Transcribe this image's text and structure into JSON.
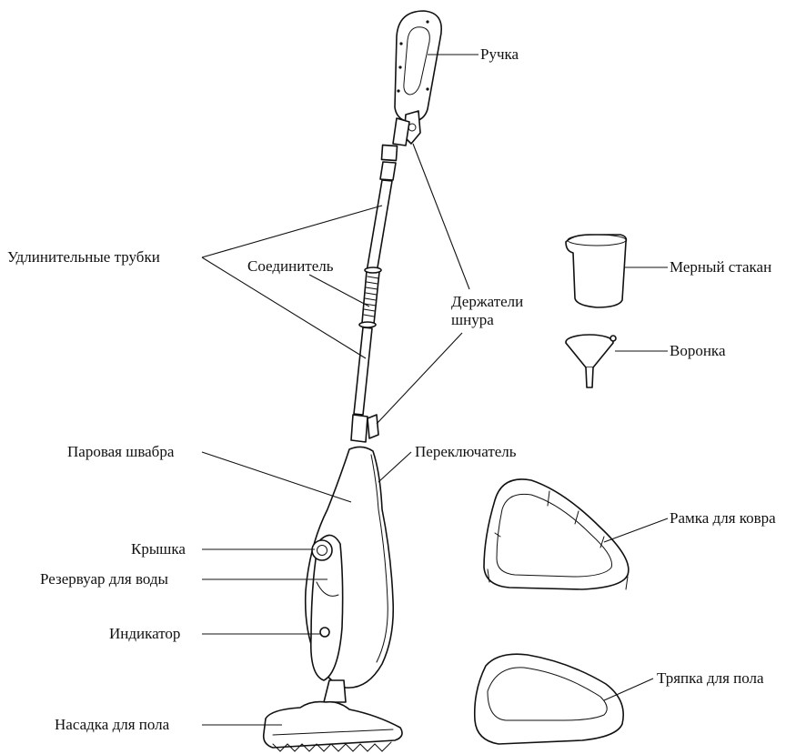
{
  "labels": {
    "handle": "Ручка",
    "extension_tubes": "Удлинительные трубки",
    "connector": "Соединитель",
    "cord_holders_line1": "Держатели",
    "cord_holders_line2": "шнура",
    "measuring_cup": "Мерный стакан",
    "funnel": "Воронка",
    "steam_mop": "Паровая швабра",
    "switch": "Переключатель",
    "carpet_frame": "Рамка для ковра",
    "cap": "Крышка",
    "water_tank": "Резервуар для воды",
    "indicator": "Индикатор",
    "floor_cloth": "Тряпка для пола",
    "floor_head": "Насадка для пола"
  },
  "colors": {
    "line": "#111111",
    "background": "#ffffff"
  }
}
